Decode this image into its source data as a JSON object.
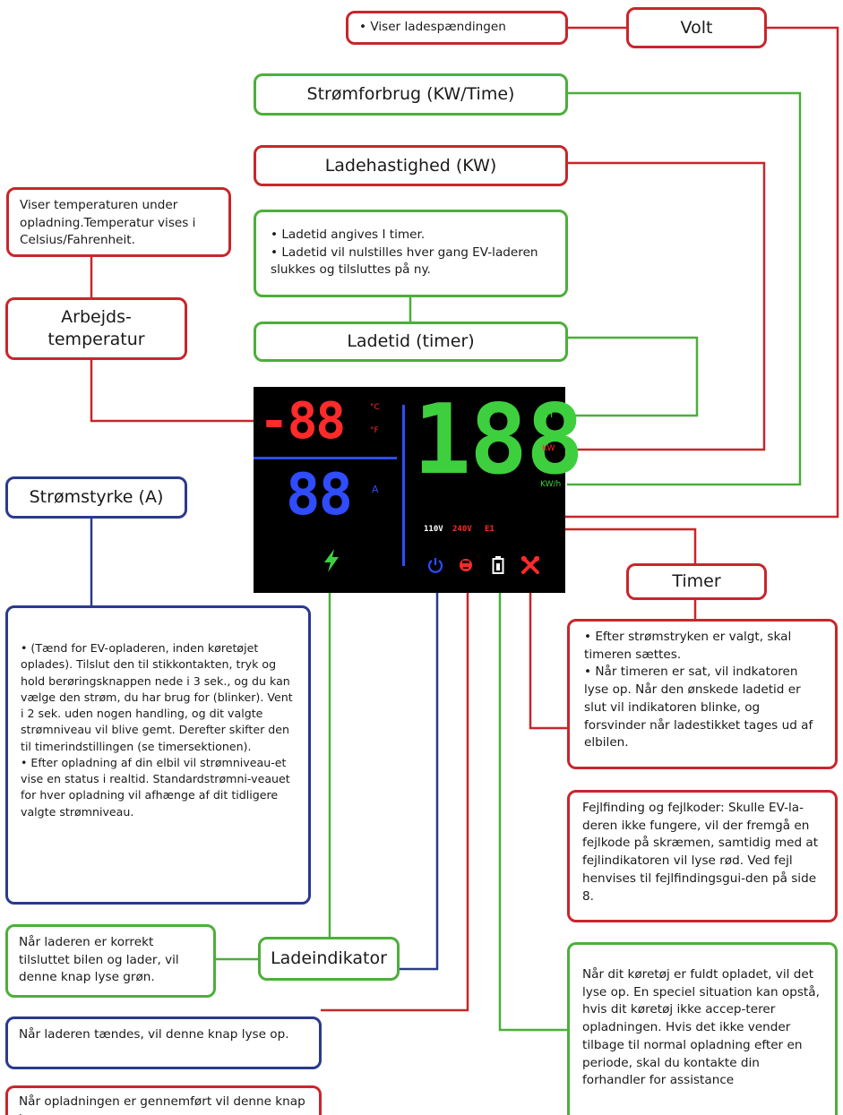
{
  "labels": {
    "volt": "Volt",
    "strom_forbrug": "Strømforbrug (KW/Time)",
    "lade_hastighed": "Ladehastighed (KW)",
    "arbejds_temp": "Arbejds-\ntemperatur",
    "ladetid": "Ladetid (timer)",
    "strom_styrke": "Strømstyrke (A)",
    "timer": "Timer",
    "lade_indikator": "Ladeindikator"
  },
  "descriptions": {
    "volt": "• Viser ladespændingen",
    "temp": "Viser temperaturen under opladning.Temperatur vises i Celsius/Fahrenheit.",
    "ladetid_1": "• Ladetid angives I timer.",
    "ladetid_2": "• Ladetid vil nulstilles hver gang EV-laderen slukkes og tilsluttes på ny.",
    "strom_1": "• (Tænd for EV-opladeren, inden køretøjet oplades). Tilslut den til stikkontakten, tryk og hold berøringsknappen nede i 3 sek., og du kan vælge den strøm, du har brug for (blinker). Vent i 2 sek. uden nogen handling, og dit valgte strømniveau vil blive gemt. Derefter skifter den til timerindstillingen (se timersektionen).",
    "strom_2": "• Efter opladning af din elbil vil strømniveau-et vise en status i realtid. Standardstrømni-veauet for hver opladning vil afhænge af dit tidligere valgte strømniveau.",
    "timer_1": "• Efter strømstryken er valgt, skal timeren sættes.",
    "timer_2": "• Når timeren er sat, vil indkatoren lyse op. Når den ønskede ladetid er slut vil indikatoren blinke, og forsvinder når ladestikket tages ud af elbilen.",
    "fejl": "Fejlfinding og fejlkoder: Skulle EV-la-deren ikke fungere, vil der fremgå en fejlkode på skræmen, samtidig med at fejlindikatoren vil lyse rød. Ved fejl henvises til fejlfindingsgui-den på side 8.",
    "fuld": "Når dit køretøj er fuldt opladet, vil det lyse op. En speciel situation kan opstå, hvis dit køretøj ikke accep-terer opladningen. Hvis det ikke vender tilbage til normal opladning efter en periode, skal du kontakte din forhandler for assistance",
    "lade_ind": "Når laderen er korrekt tilsluttet bilen og lader, vil denne knap lyse grøn.",
    "power": "Når laderen tændes, vil denne knap lyse op.",
    "done": "Når opladningen er gennemført vil denne knap lyse op."
  },
  "display": {
    "temp_digits": "-88",
    "amp_digits": "88",
    "big_digits": "188",
    "unit_c": "°C",
    "unit_f": "°F",
    "unit_a": "A",
    "unit_h": "H",
    "unit_kw": "KW",
    "unit_kwh": "KW/h",
    "v110": "110V",
    "v240": "240V",
    "vfault": "E1"
  },
  "colors": {
    "red": "#c8262c",
    "green": "#4caf3a",
    "blue": "#2a3a8c",
    "led_red": "#ff2a2a",
    "led_green": "#3ecf3e",
    "led_blue": "#2f4cff"
  },
  "icons": [
    "lightning-icon",
    "power-icon",
    "plug-icon",
    "battery-icon",
    "wrench-icon"
  ]
}
